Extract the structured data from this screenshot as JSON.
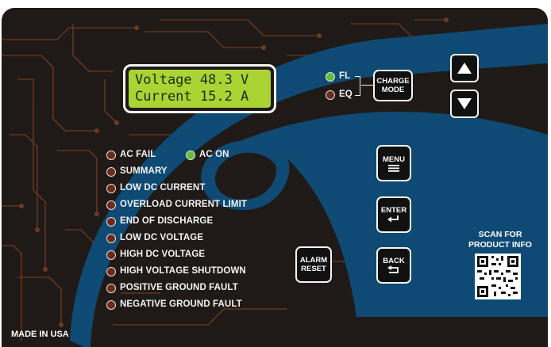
{
  "lcd": {
    "line1": "Voltage 48.3 V",
    "line2": "Current 15.2 A"
  },
  "charge": {
    "fl_label": "FL",
    "eq_label": "EQ",
    "mode_label_1": "CHARGE",
    "mode_label_2": "MODE"
  },
  "status": {
    "ac_fail": "AC FAIL",
    "ac_on": "AC ON",
    "items": [
      "SUMMARY",
      "LOW DC CURRENT",
      "OVERLOAD CURRENT LIMIT",
      "END OF DISCHARGE",
      "LOW DC VOLTAGE",
      "HIGH DC VOLTAGE",
      "HIGH VOLTAGE SHUTDOWN",
      "POSITIVE GROUND FAULT",
      "NEGATIVE GROUND FAULT"
    ]
  },
  "buttons": {
    "menu": "MENU",
    "enter": "ENTER",
    "back": "BACK",
    "alarm_1": "ALARM",
    "alarm_2": "RESET"
  },
  "icons": {
    "up": "arrow-up-icon",
    "down": "arrow-down-icon",
    "menu": "menu-lines-icon",
    "enter": "enter-return-icon",
    "back": "back-return-icon"
  },
  "footer": {
    "made_in": "MADE IN USA",
    "scan_1": "SCAN FOR",
    "scan_2": "PRODUCT INFO"
  },
  "colors": {
    "panel": "#1f1a17",
    "swirl": "#0e4a73",
    "trace": "#6b3a22",
    "lcd": "#a9d433",
    "led_green": "#5fbf3c",
    "led_red": "#6a2a1c"
  }
}
